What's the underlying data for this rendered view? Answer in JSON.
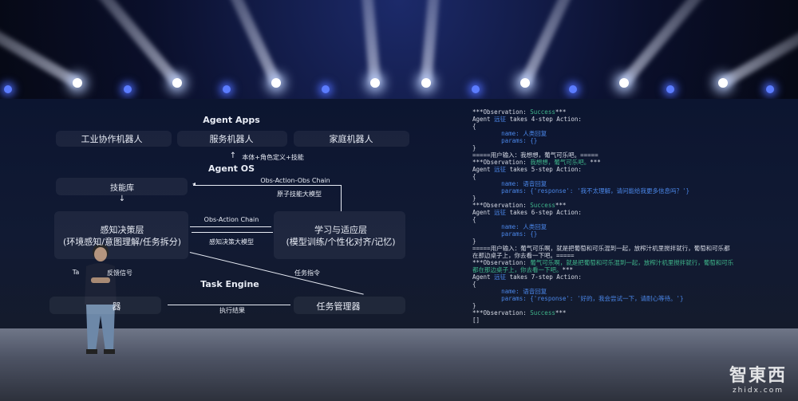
{
  "diagram": {
    "agent_apps": "Agent Apps",
    "apps": [
      "工业协作机器人",
      "服务机器人",
      "家庭机器人"
    ],
    "ontology_label": "本体+角色定义+技能",
    "agent_os": "Agent OS",
    "skill_library": "技能库",
    "obs_action_obs_chain": "Obs-Action-Obs Chain",
    "atomic_skill_model": "原子技能大模型",
    "perception_layer": "感知决策层",
    "perception_sub": "(环境感知/意图理解/任务拆分)",
    "obs_action_chain": "Obs-Action Chain",
    "perception_model": "感知决策大模型",
    "learning_layer": "学习与适应层",
    "learning_sub": "(模型训练/个性化对齐/记忆)",
    "task_instruction": "任务指令",
    "feedback_prefix": "Ta",
    "feedback_signal": "反馈信号",
    "task_engine": "Task Engine",
    "executor_partial": "器",
    "execution_result": "执行结果",
    "task_manager": "任务管理器"
  },
  "code_lines": [
    [
      {
        "t": "***Observation: ",
        "c": "w"
      },
      {
        "t": "Success",
        "c": "g"
      },
      {
        "t": "***",
        "c": "w"
      }
    ],
    [
      {
        "t": "Agent ",
        "c": "w"
      },
      {
        "t": "远征",
        "c": "b"
      },
      {
        "t": " takes 4-step Action:",
        "c": "w"
      }
    ],
    [
      {
        "t": "{",
        "c": "w"
      }
    ],
    [
      {
        "t": "        name: ",
        "c": "b"
      },
      {
        "t": "人类回复",
        "c": "b"
      }
    ],
    [
      {
        "t": "        params: {}",
        "c": "b"
      }
    ],
    [
      {
        "t": "}",
        "c": "w"
      }
    ],
    [
      {
        "t": "=====用户输入：我想想，葡气可乐吧。=====",
        "c": "w"
      }
    ],
    [
      {
        "t": "***Observation: ",
        "c": "w"
      },
      {
        "t": "我想想，葡气可乐吧。",
        "c": "g"
      },
      {
        "t": "***",
        "c": "w"
      }
    ],
    [
      {
        "t": "Agent ",
        "c": "w"
      },
      {
        "t": "远征",
        "c": "b"
      },
      {
        "t": " takes 5-step Action:",
        "c": "w"
      }
    ],
    [
      {
        "t": "{",
        "c": "w"
      }
    ],
    [
      {
        "t": "        name: 语音回复",
        "c": "b"
      }
    ],
    [
      {
        "t": "        params: {'response': '我不太理解，请问能给我更多信息吗？'}",
        "c": "b"
      }
    ],
    [
      {
        "t": "}",
        "c": "w"
      }
    ],
    [
      {
        "t": "***Observation: ",
        "c": "w"
      },
      {
        "t": "Success",
        "c": "g"
      },
      {
        "t": "***",
        "c": "w"
      }
    ],
    [
      {
        "t": "Agent ",
        "c": "w"
      },
      {
        "t": "远征",
        "c": "b"
      },
      {
        "t": " takes 6-step Action:",
        "c": "w"
      }
    ],
    [
      {
        "t": "{",
        "c": "w"
      }
    ],
    [
      {
        "t": "        name: 人类回复",
        "c": "b"
      }
    ],
    [
      {
        "t": "        params: {}",
        "c": "b"
      }
    ],
    [
      {
        "t": "}",
        "c": "w"
      }
    ],
    [
      {
        "t": "=====用户输入：葡气可乐啊，就是把葡萄和可乐混到一起，放榨汁机里搅拌就行，葡萄和可乐都",
        "c": "w"
      }
    ],
    [
      {
        "t": "在那边桌子上，你去看一下吧。=====",
        "c": "w"
      }
    ],
    [
      {
        "t": "***Observation: ",
        "c": "w"
      },
      {
        "t": "葡气可乐啊，就是把葡萄和可乐混到一起，放榨汁机里搅拌就行，葡萄和可乐",
        "c": "g"
      }
    ],
    [
      {
        "t": "都在那边桌子上，你去看一下吧。",
        "c": "g"
      },
      {
        "t": "***",
        "c": "w"
      }
    ],
    [
      {
        "t": "Agent ",
        "c": "w"
      },
      {
        "t": "远征",
        "c": "b"
      },
      {
        "t": " takes 7-step Action:",
        "c": "w"
      }
    ],
    [
      {
        "t": "{",
        "c": "w"
      }
    ],
    [
      {
        "t": "        name: 语音回复",
        "c": "b"
      }
    ],
    [
      {
        "t": "        params: {'response': '好的，我会尝试一下，请耐心等待。'}",
        "c": "b"
      }
    ],
    [
      {
        "t": "}",
        "c": "w"
      }
    ],
    [
      {
        "t": "***Observation: ",
        "c": "w"
      },
      {
        "t": "Success",
        "c": "g"
      },
      {
        "t": "***",
        "c": "w"
      }
    ],
    [
      {
        "t": "[]",
        "c": "w"
      }
    ]
  ],
  "watermark": {
    "brand": "智東西",
    "url": "zhidx.com"
  }
}
